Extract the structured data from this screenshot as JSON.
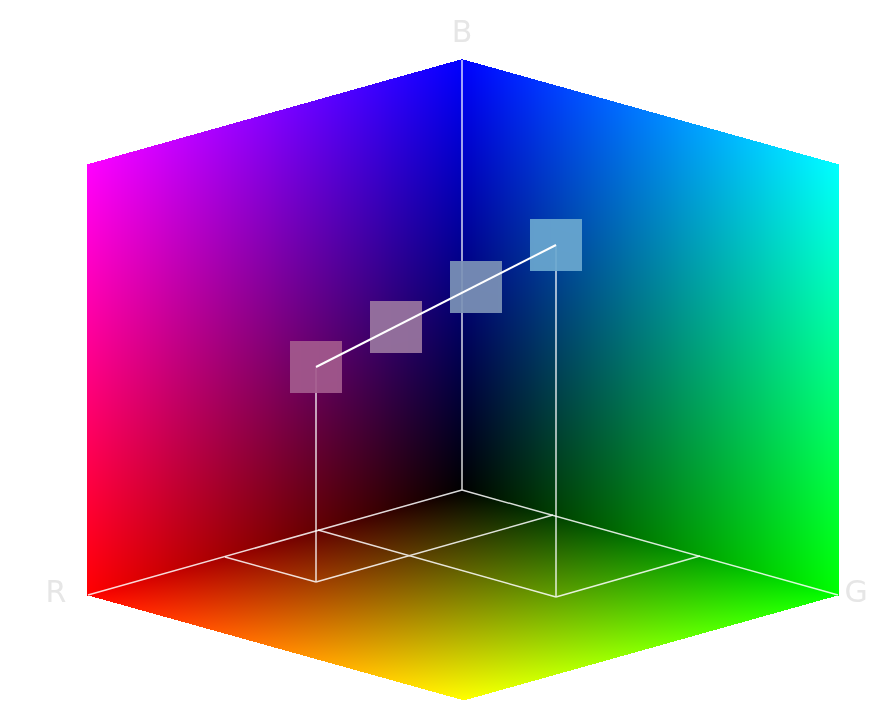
{
  "diagram": {
    "labels": [
      "B",
      "R",
      "G"
    ]
  }
}
